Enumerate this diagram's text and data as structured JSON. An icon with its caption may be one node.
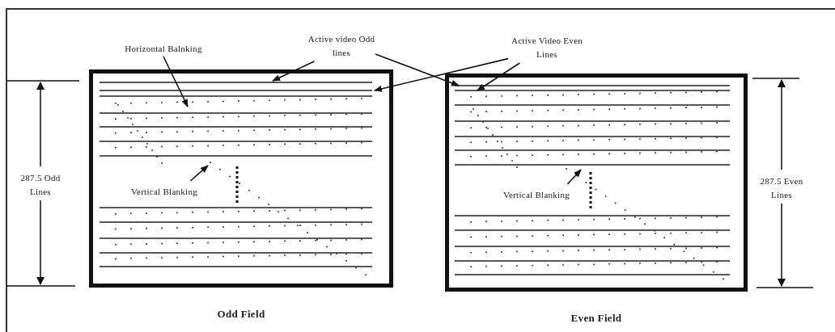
{
  "diagram": {
    "nodes": [
      {
        "text": [
          "Odd Field"
        ]
      },
      {
        "text": [
          "Even Field"
        ]
      },
      {
        "text": [
          "Horizontal Balnking"
        ]
      },
      {
        "text": [
          "Active video Odd lines"
        ]
      },
      {
        "text": [
          "Active Video Even Lines"
        ]
      },
      {
        "text": [
          "Vertical Blanking"
        ],
        "in": 0
      },
      {
        "text": [
          "Vertical Blanking"
        ],
        "in": 1
      }
    ],
    "edges": [
      {
        "from": 2,
        "to": 0,
        "arrow": "to"
      },
      {
        "from": 3,
        "to": 0,
        "arrow": "to"
      },
      {
        "from": 3,
        "to": 1,
        "arrow": "to"
      },
      {
        "from": 4,
        "to": 0,
        "arrow": "to"
      },
      {
        "from": 4,
        "to": 1,
        "arrow": "to"
      },
      {
        "from": 5,
        "to": 0,
        "arrow": "to"
      },
      {
        "from": 6,
        "to": 1,
        "arrow": "to"
      }
    ],
    "labels": [
      "287.5 Odd Lines",
      "287.5 Even Lines"
    ]
  }
}
